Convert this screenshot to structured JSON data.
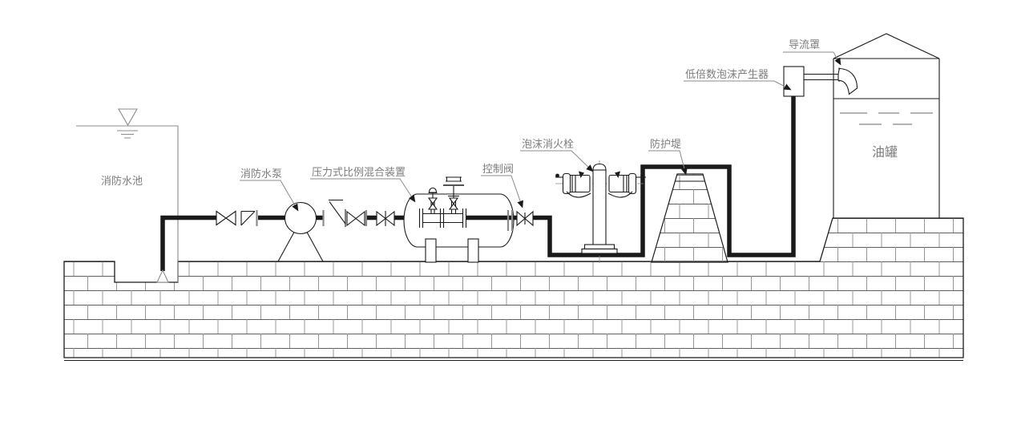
{
  "diagram": {
    "type": "foam-fire-extinguishing-system-schematic",
    "labels": {
      "fire_water_pool": "消防水池",
      "fire_pump": "消防水泵",
      "proportioner": "压力式比例混合装置",
      "control_valve": "控制阀",
      "foam_hydrant": "泡沫消火栓",
      "dike": "防护堤",
      "foam_generator": "低倍数泡沫产生器",
      "deflector": "导流罩",
      "oil_tank": "油罐"
    },
    "icons": {
      "water_level": "inverted-triangle-over-water-lines",
      "foot_valve": "small-upward-triangle",
      "gate_valve": "bowtie",
      "check_valve": "flat-top-diagonal-flap",
      "fire_pump": "circle-on-splayed-legs",
      "proportioner_tank": "horizontal-cylinder-on-legs",
      "foam_hydrant": "column-with-two-capped-outlets",
      "dike": "brick-trapezoid",
      "foam_generator": "vertical-box",
      "deflector": "downturned-elbow",
      "oil_tank": "flat-cone-roof-tank",
      "ground": "brick-hatch-band",
      "pipe_run": "thick-black-polyline",
      "leader_arrow": "filled-triangle-arrowhead"
    },
    "colors": {
      "line_black": "#1a1a1a",
      "line_gray": "#8b8b8b",
      "label_gray": "#7d7d7d",
      "dash_gray": "#9a9a9a",
      "background": "#ffffff"
    }
  }
}
